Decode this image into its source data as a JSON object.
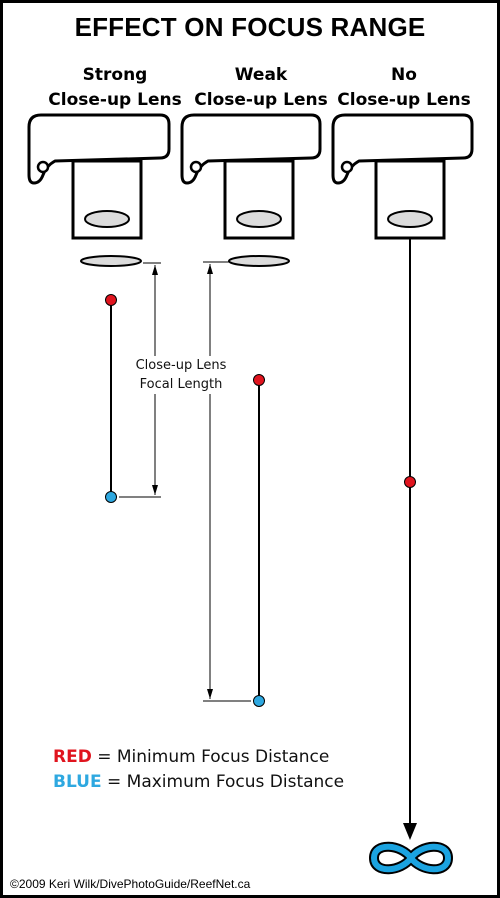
{
  "title": "EFFECT ON FOCUS RANGE",
  "columns": [
    {
      "label_line1": "Strong",
      "label_line2": "Close-up Lens"
    },
    {
      "label_line1": "Weak",
      "label_line2": "Close-up Lens"
    },
    {
      "label_line1": "No",
      "label_line2": "Close-up Lens"
    }
  ],
  "focal_length_label": {
    "line1": "Close-up Lens",
    "line2": "Focal Length"
  },
  "legend": {
    "red_key": "RED",
    "red_text": " = Minimum Focus Distance",
    "blue_key": "BLUE",
    "blue_text": " = Maximum Focus Distance"
  },
  "copyright": "©2009 Keri Wilk/DivePhotoGuide/ReefNet.ca",
  "colors": {
    "red": "#e0141e",
    "blue": "#2ea8e0",
    "infinity": "#1ba3e0",
    "line": "#000000",
    "lens_fill": "#dcdcdc"
  },
  "icons": {
    "camera": "camera-housing-icon",
    "lens": "close-up-lens-icon",
    "infinity": "infinity-icon"
  }
}
